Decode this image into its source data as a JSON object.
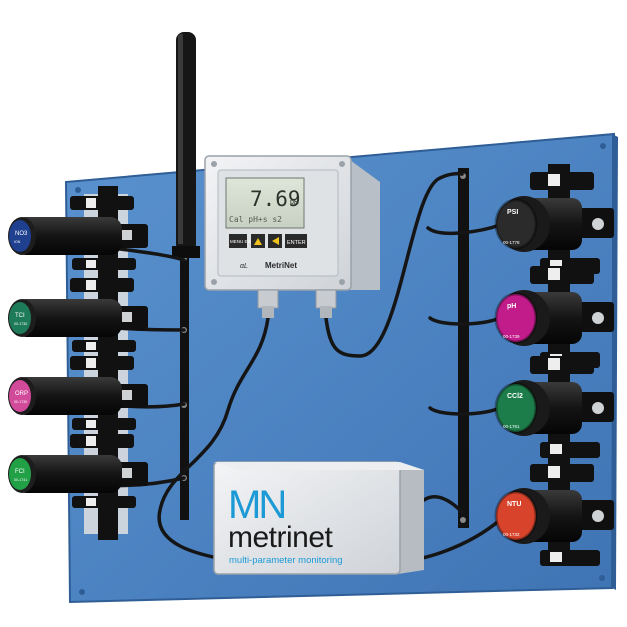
{
  "controller": {
    "display": {
      "reading": "7.69",
      "unit": "pH",
      "status_line": "Cal pH+s s2"
    },
    "buttons": {
      "menu": "MENU ESC",
      "enter": "ENTER"
    },
    "brand": "MetriNet"
  },
  "node": {
    "logo_mark": "MN",
    "name": "metrinet",
    "tagline": "multi-parameter monitoring"
  },
  "sensors_left": [
    {
      "label": "NO3",
      "code": "ION",
      "color": "#1f3f8f"
    },
    {
      "label": "TCI",
      "code": "00-1730",
      "color": "#1e7b5a"
    },
    {
      "label": "ORP",
      "code": "00-1730",
      "color": "#d24a9a"
    },
    {
      "label": "FCI",
      "code": "00-1741",
      "color": "#21a046"
    }
  ],
  "sensors_right": [
    {
      "label": "PSI",
      "code": "00-1778",
      "color": "#2b2b2b"
    },
    {
      "label": "pH",
      "code": "00-1739",
      "color": "#c21c8a"
    },
    {
      "label": "CCl2",
      "code": "00-1761",
      "color": "#1c7c4a"
    },
    {
      "label": "NTU",
      "code": "00-1732",
      "color": "#d8432c"
    }
  ],
  "colors": {
    "panel": "#4f86c6",
    "panel_edge": "#3f6faa",
    "rail": "#1a1a1a",
    "enclosure": "#e6e8ea",
    "node_logo": "#1b9ad6"
  }
}
